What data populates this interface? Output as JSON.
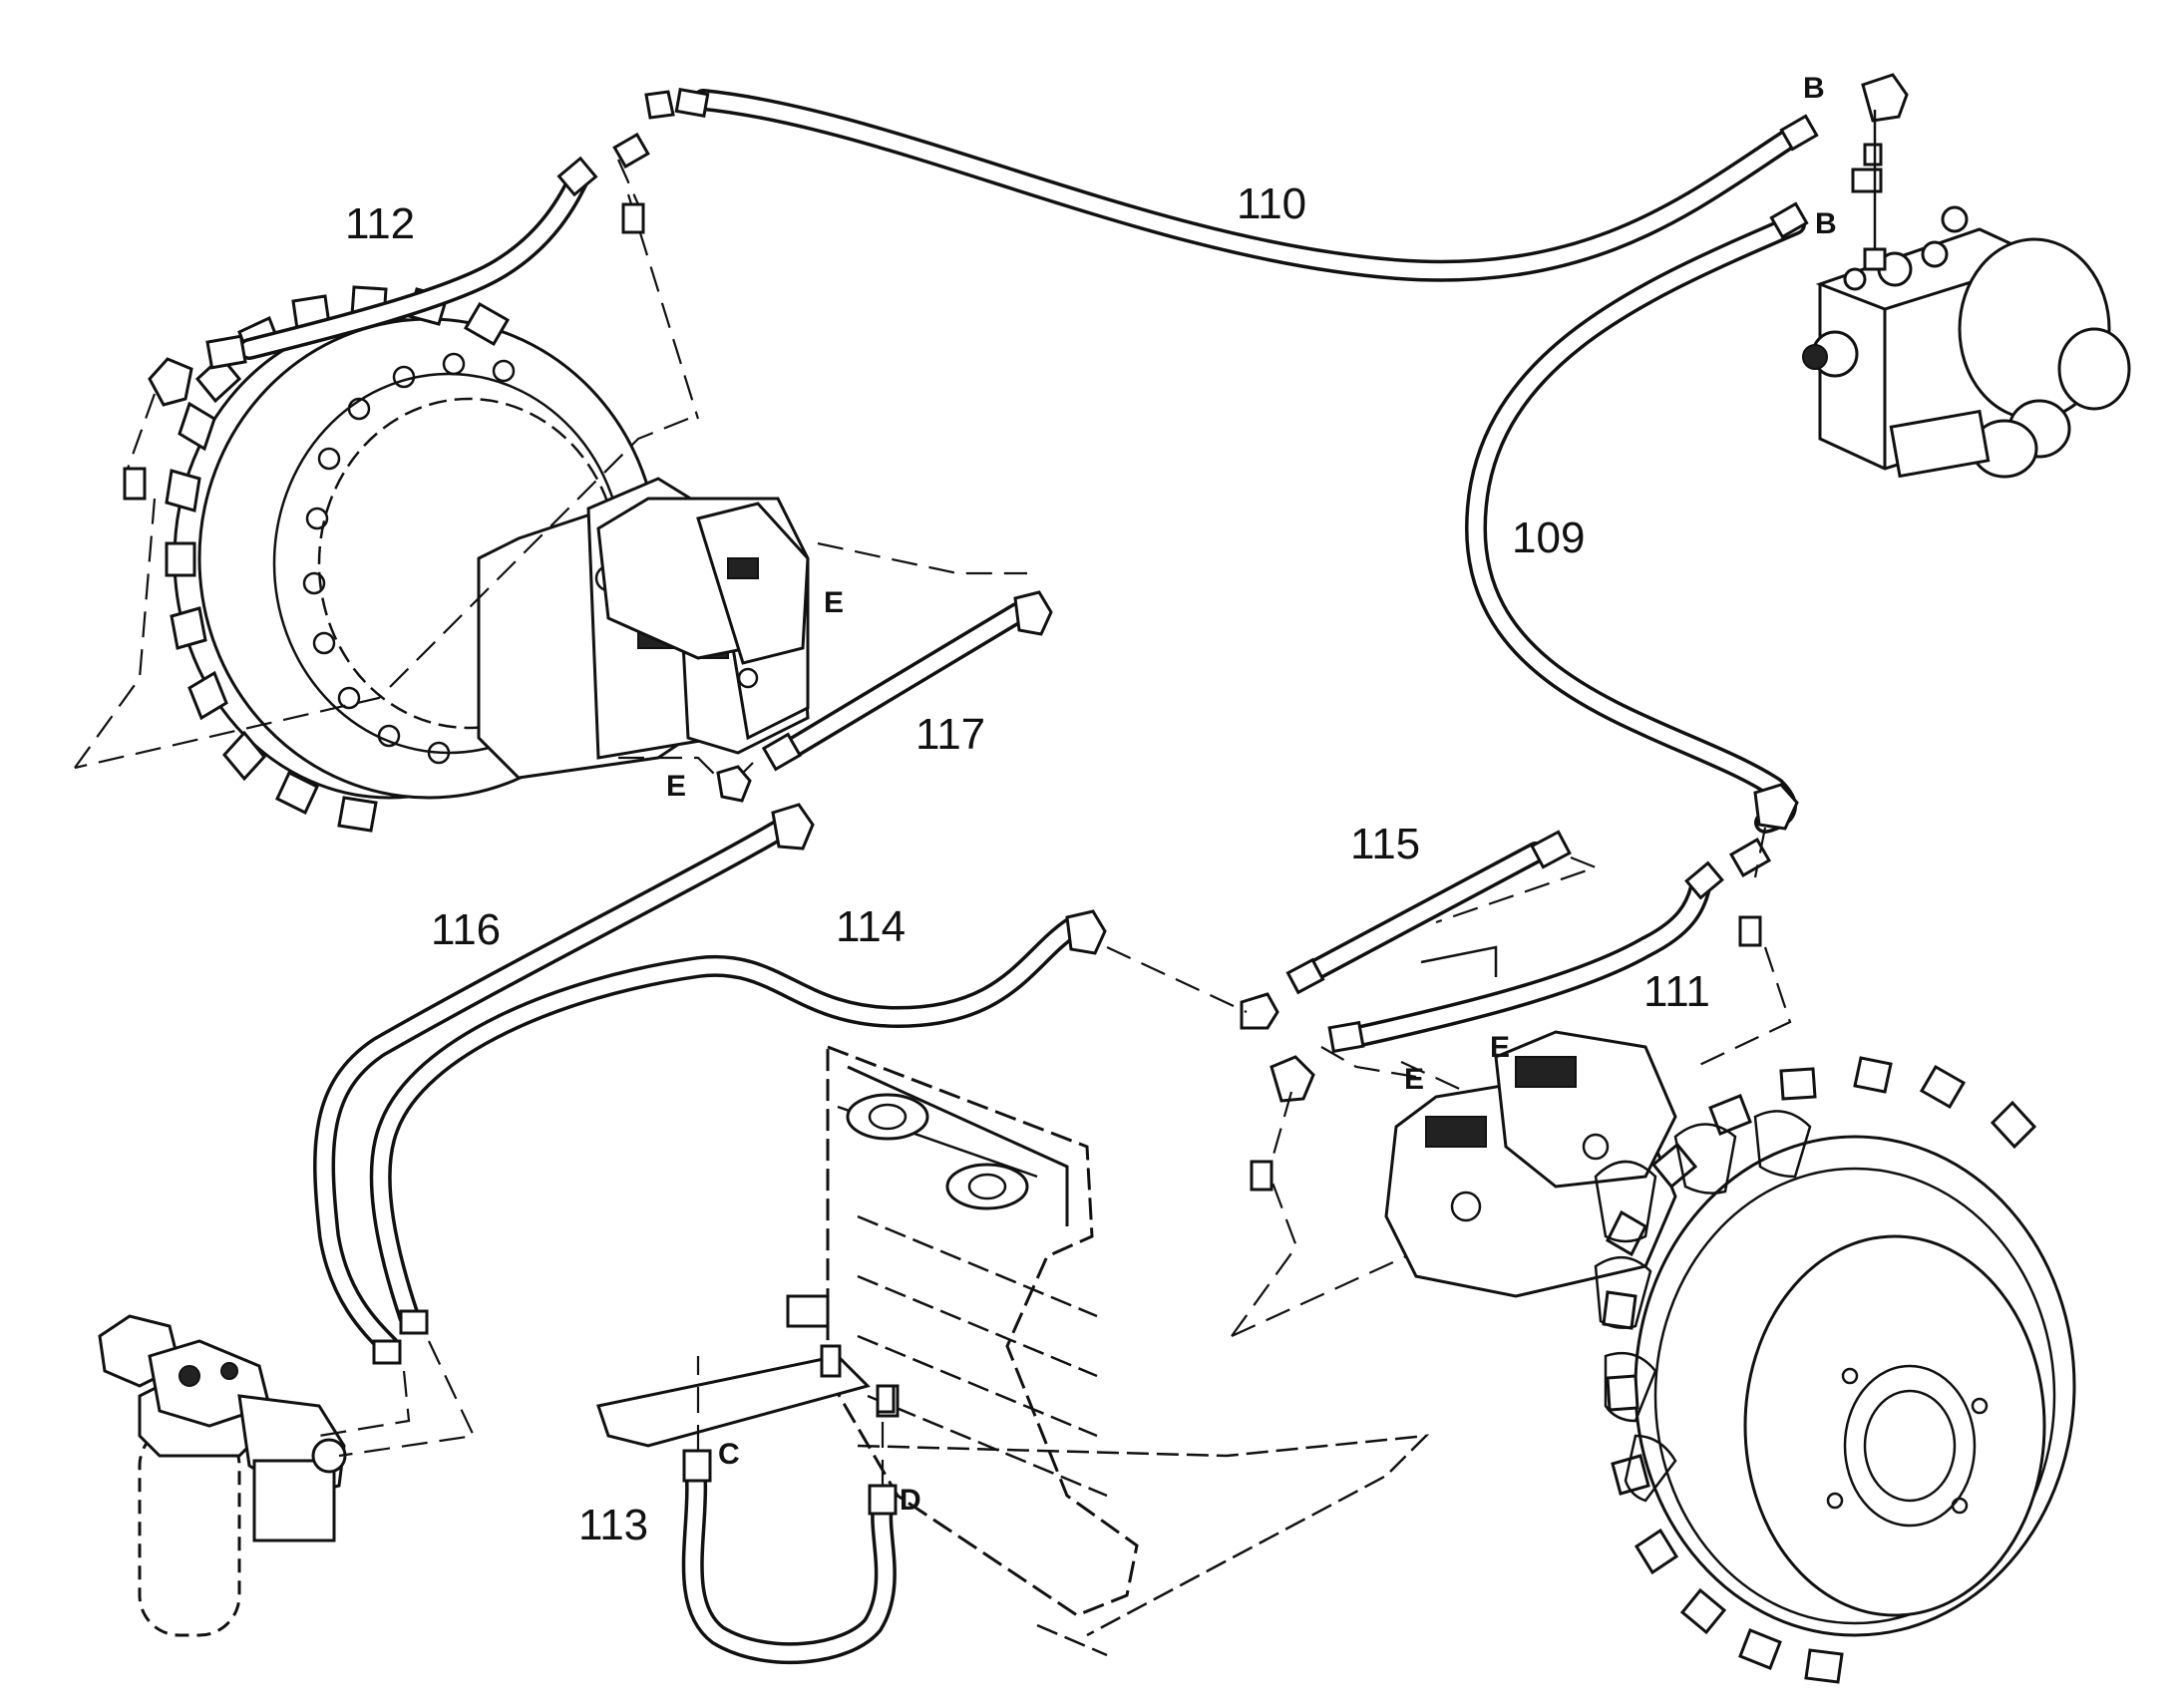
{
  "callouts": {
    "c109": "109",
    "c110": "110",
    "c111": "111",
    "c112": "112",
    "c113": "113",
    "c114": "114",
    "c115": "115",
    "c116": "116",
    "c117": "117"
  },
  "ports": {
    "b_top": "B",
    "b_bottom": "B",
    "c": "C",
    "d": "D",
    "e_left_upper": "E",
    "e_left_lower": "E",
    "e_right_upper": "E",
    "e_right_lower": "E"
  },
  "colors": {
    "ink": "#111111",
    "background": "#ffffff"
  }
}
